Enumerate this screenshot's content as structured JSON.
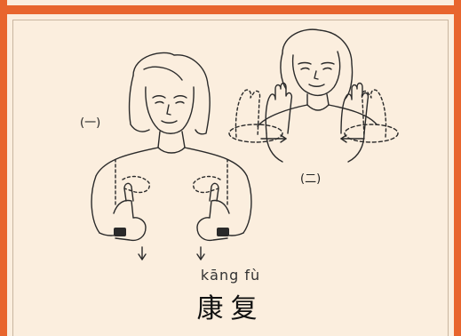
{
  "colors": {
    "frame": "#e8652d",
    "paper": "#fbeede",
    "ink": "#2a2a2a"
  },
  "steps": {
    "one": "(一)",
    "two": "(二)"
  },
  "word": {
    "pinyin": "kāng fù",
    "hanzi": "康复"
  },
  "figures": {
    "left": "woman-signing-thumbs-up",
    "right": "woman-signing-open-palms"
  }
}
